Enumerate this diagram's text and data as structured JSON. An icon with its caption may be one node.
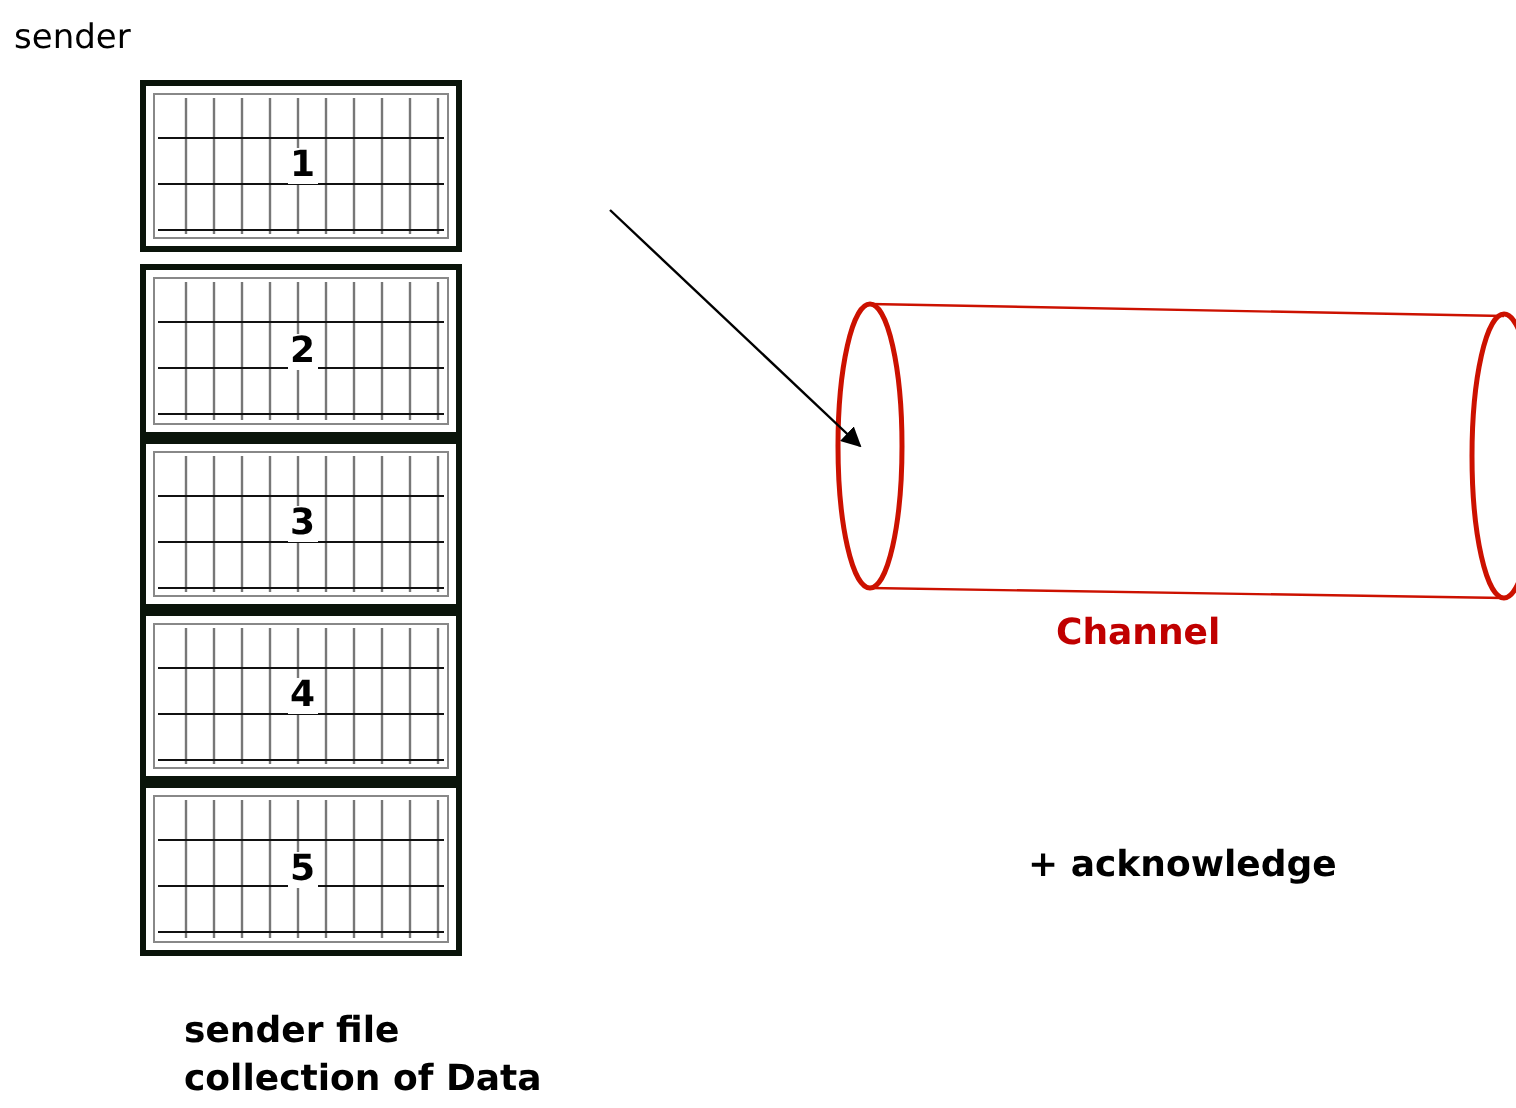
{
  "diagram": {
    "nodes": [
      {
        "text": [
          "1"
        ]
      },
      {
        "text": [
          "2"
        ]
      },
      {
        "text": [
          "3"
        ]
      },
      {
        "text": [
          "4"
        ]
      },
      {
        "text": [
          "5"
        ]
      },
      {
        "text": [],
        "shape": "cylinder",
        "beside": [
          "Channel"
        ]
      }
    ],
    "edges": [
      {
        "from": null,
        "to": 5,
        "arrow": "to"
      }
    ],
    "labels": [
      "sender",
      "sender file collection of Data",
      "+ acknowledge"
    ]
  }
}
